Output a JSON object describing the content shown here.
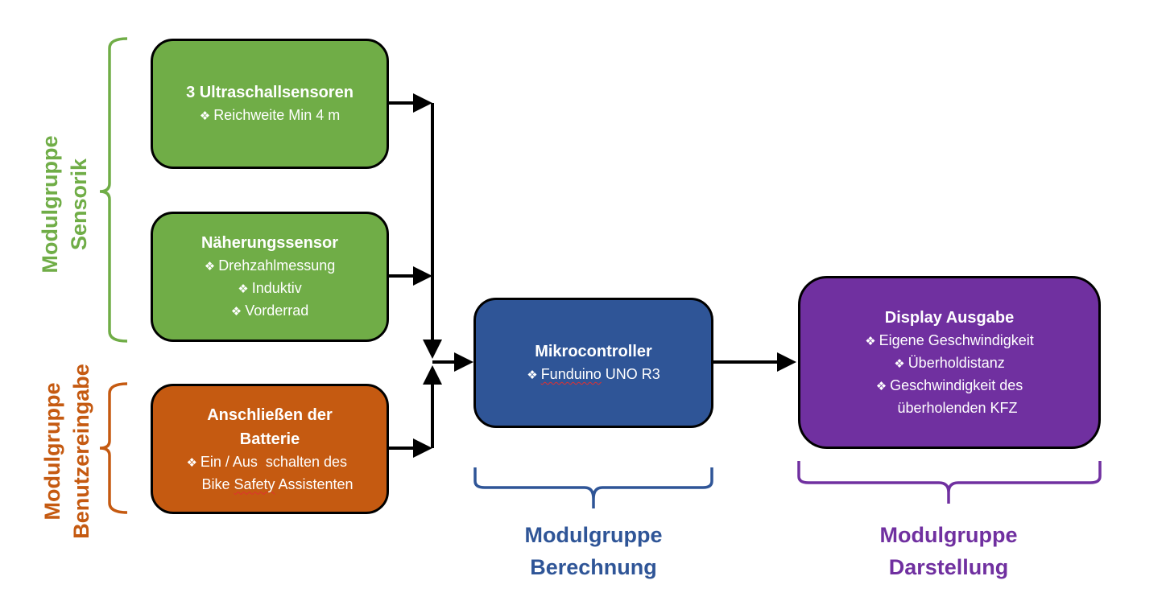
{
  "colors": {
    "sensorik": "#70ad47",
    "benutzereingabe": "#c55a11",
    "berechnung": "#2f5597",
    "darstellung": "#7030a0",
    "connector": "#000000"
  },
  "boxes": {
    "ultraschall": {
      "title": "3 Ultraschallsensoren",
      "items": [
        "Reichweite Min 4 m"
      ]
    },
    "naeherung": {
      "title": "Näherungssensor",
      "items": [
        "Drehzahlmessung",
        "Induktiv",
        "Vorderrad"
      ]
    },
    "batterie": {
      "title_line1": "Anschließen der",
      "title_line2": "Batterie",
      "item_line1": "Ein / Aus  schalten des",
      "item_line2_a": "Bike ",
      "item_line2_b": "Safety",
      "item_line2_c": " Assistenten"
    },
    "mikrocontroller": {
      "title": "Mikrocontroller",
      "item_a": "Funduino",
      "item_b": " UNO R3"
    },
    "display": {
      "title": "Display Ausgabe",
      "items": [
        "Eigene Geschwindigkeit",
        "Überholdistanz",
        "Geschwindigkeit des"
      ],
      "continuation": "überholenden KFZ"
    }
  },
  "bullet_icon": "❖",
  "groups": {
    "sensorik": {
      "line1": "Modulgruppe",
      "line2": "Sensorik"
    },
    "benutzereingabe": {
      "line1": "Modulgruppe",
      "line2": "Benutzereingabe"
    },
    "berechnung": {
      "line1": "Modulgruppe",
      "line2": "Berechnung"
    },
    "darstellung": {
      "line1": "Modulgruppe",
      "line2": "Darstellung"
    }
  }
}
